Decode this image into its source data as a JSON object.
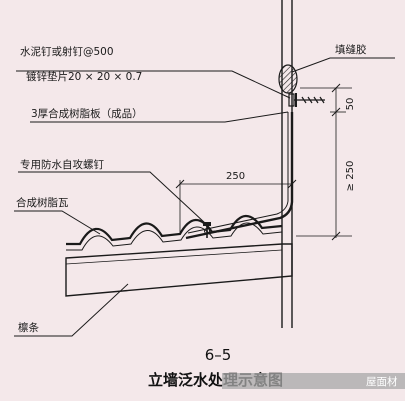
{
  "labels": {
    "nail": "水泥钉或射钉@500",
    "washer": "镀锌垫片20 × 20 × 0.7",
    "sealant": "填缝胶",
    "panel": "3厚合成树脂板（成品）",
    "screw": "专用防水自攻螺钉",
    "tile": "合成树脂瓦",
    "purlin": "檩条"
  },
  "dimensions": {
    "horizontal": "250",
    "top_vertical": "50",
    "vertical": "≥ 250"
  },
  "figure": {
    "number": "6–5",
    "caption": "立墙泛水处理示意图"
  },
  "watermark": "屋面材",
  "colors": {
    "background": "#f4e8ea",
    "line": "#1a1a1a",
    "watermark_bg": "#a8a8a8"
  }
}
